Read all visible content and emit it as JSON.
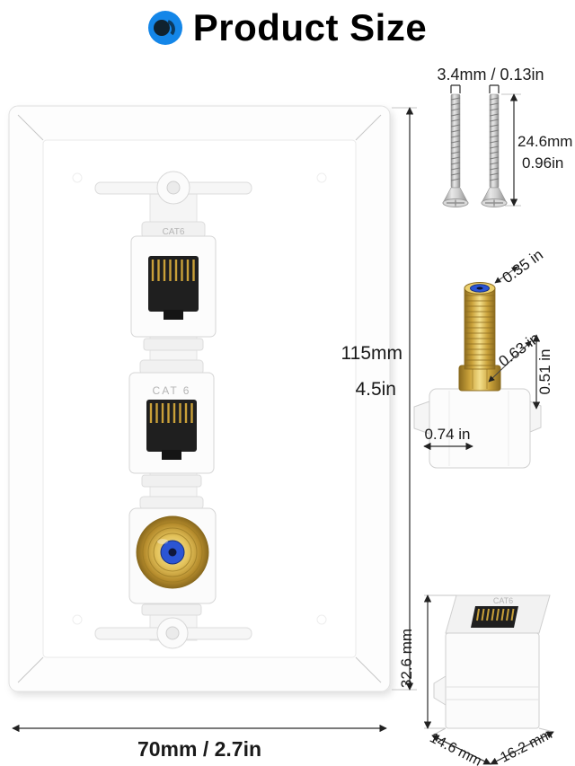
{
  "title": "Product Size",
  "colors": {
    "accent_blue": "#1486e8",
    "connector_gold": "#caa23a",
    "coax_insulator_blue": "#2b55d4"
  },
  "wall_plate": {
    "width_label": "70mm / 2.7in",
    "height_label_mm": "115mm",
    "height_label_in": "4.5in",
    "jack_top_label": "CAT6",
    "jack_mid_label": "CAT 6"
  },
  "screws": {
    "diameter_label": "3.4mm / 0.13in",
    "length_label_mm": "24.6mm",
    "length_label_in": "0.96in"
  },
  "coax_keystone": {
    "top_diameter_label": "0.35 in",
    "front_width_label": "0.63 in",
    "side_height_label": "0.51 in",
    "depth_label": "0.74 in"
  },
  "rj45_coupler": {
    "emboss_label": "CAT6",
    "height_label": "32.6 mm",
    "depth_label": "14.6 mm",
    "width_label": "16.2 mm"
  }
}
